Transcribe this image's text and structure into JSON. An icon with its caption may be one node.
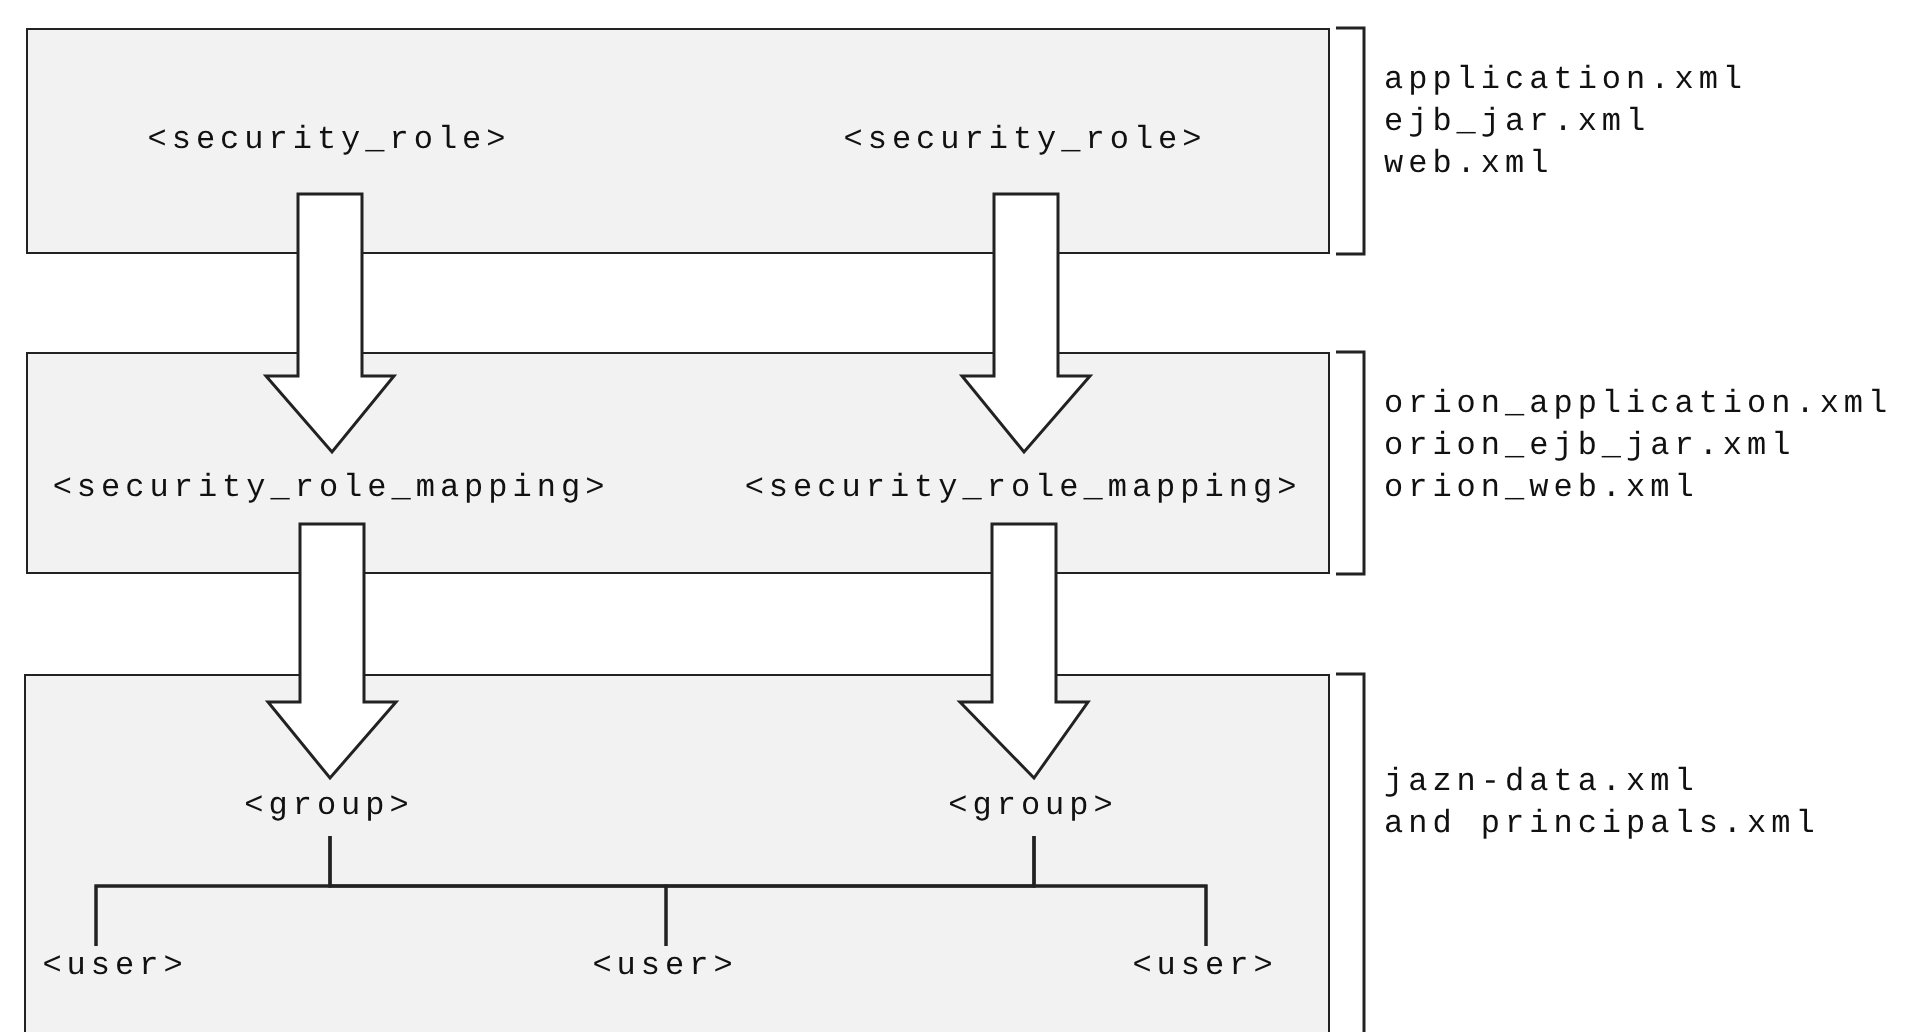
{
  "diagram": {
    "nodes": [
      {
        "text": [],
        "shape": "box",
        "beside": [
          "application.xml",
          "ejb_jar.xml",
          "web.xml"
        ]
      },
      {
        "text": [
          "<security_role>"
        ],
        "in": 0
      },
      {
        "text": [
          "<security_role>"
        ],
        "in": 0
      },
      {
        "text": [],
        "shape": "box",
        "beside": [
          "orion_application.xml",
          "orion_ejb_jar.xml",
          "orion_web.xml"
        ]
      },
      {
        "text": [
          "<security_role_mapping>"
        ],
        "in": 3
      },
      {
        "text": [
          "<security_role_mapping>"
        ],
        "in": 3
      },
      {
        "text": [],
        "shape": "box",
        "beside": [
          "jazn-data.xml",
          "and principals.xml"
        ]
      },
      {
        "text": [
          "<group>"
        ],
        "in": 6
      },
      {
        "text": [
          "<group>"
        ],
        "in": 6
      },
      {
        "text": [
          "<user>"
        ],
        "in": 6
      },
      {
        "text": [
          "<user>"
        ],
        "in": 6
      },
      {
        "text": [
          "<user>"
        ],
        "in": 6
      }
    ],
    "edges": [
      {
        "from": 1,
        "to": 4,
        "arrow": "to",
        "style": "thick"
      },
      {
        "from": 2,
        "to": 5,
        "arrow": "to",
        "style": "thick"
      },
      {
        "from": 4,
        "to": 7,
        "arrow": "to",
        "style": "thick"
      },
      {
        "from": 5,
        "to": 8,
        "arrow": "to",
        "style": "thick"
      },
      {
        "from": 7,
        "to": 9,
        "arrow": "none"
      },
      {
        "from": 7,
        "to": 10,
        "arrow": "none"
      },
      {
        "from": 7,
        "to": 11,
        "arrow": "none"
      },
      {
        "from": 8,
        "to": 9,
        "arrow": "none"
      },
      {
        "from": 8,
        "to": 10,
        "arrow": "none"
      },
      {
        "from": 8,
        "to": 11,
        "arrow": "none"
      }
    ]
  }
}
